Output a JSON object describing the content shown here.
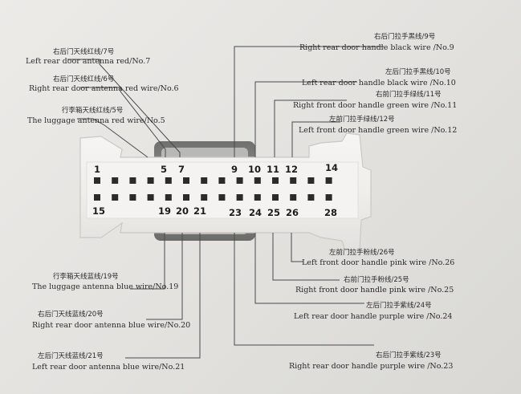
{
  "pins_top": [
    {
      "num": "1"
    },
    {
      "num": "5"
    },
    {
      "num": "7"
    },
    {
      "num": "9"
    },
    {
      "num": "10"
    },
    {
      "num": "11"
    },
    {
      "num": "12"
    },
    {
      "num": "14"
    }
  ],
  "pins_bottom": [
    {
      "num": "15"
    },
    {
      "num": "19"
    },
    {
      "num": "20"
    },
    {
      "num": "21"
    },
    {
      "num": "23"
    },
    {
      "num": "24"
    },
    {
      "num": "25"
    },
    {
      "num": "26"
    },
    {
      "num": "28"
    }
  ],
  "labels": [
    {
      "cn": "右后门天线红线/7号",
      "en": "Left rear door antenna red/No.7"
    },
    {
      "cn": "右后门天线红线/6号",
      "en": "Right rear door antenna red wire/No.6"
    },
    {
      "cn": "行李箱天线红线/5号",
      "en": "The luggage antenna red wire/No.5"
    },
    {
      "cn": "右后门拉手黑线/9号",
      "en": "Right rear door handle black wire /No.9"
    },
    {
      "cn": "左后门拉手黑线/10号",
      "en": "Left rear door handle black wire /No.10"
    },
    {
      "cn": "右前门拉手绿线/11号",
      "en": "Right front door handle green wire /No.11"
    },
    {
      "cn": "左前门拉手绿线/12号",
      "en": "Left front door handle green wire /No.12"
    },
    {
      "cn": "左前门拉手粉线/26号",
      "en": "Left front door handle pink wire /No.26"
    },
    {
      "cn": "右前门拉手粉线/25号",
      "en": "Right front door handle pink wire /No.25"
    },
    {
      "cn": "左后门拉手紫线/24号",
      "en": "Left rear door handle purple wire /No.24"
    },
    {
      "cn": "右后门拉手紫线/23号",
      "en": "Right rear door handle purple wire /No.23"
    },
    {
      "cn": "行李箱天线蓝线/19号",
      "en": "The luggage antenna blue wire/No.19"
    },
    {
      "cn": "右后门天线蓝线/20号",
      "en": "Right rear door antenna blue wire/No.20"
    },
    {
      "cn": "左后门天线蓝线/21号",
      "en": "Left rear door antenna blue wire/No.21"
    }
  ],
  "colors": {
    "paper": "#e8e7e4",
    "connector_body": "#f1f0ee",
    "connector_dark": "#8a8a88",
    "pin_hole": "#2b2b2b",
    "ink": "#2a2a2a"
  }
}
